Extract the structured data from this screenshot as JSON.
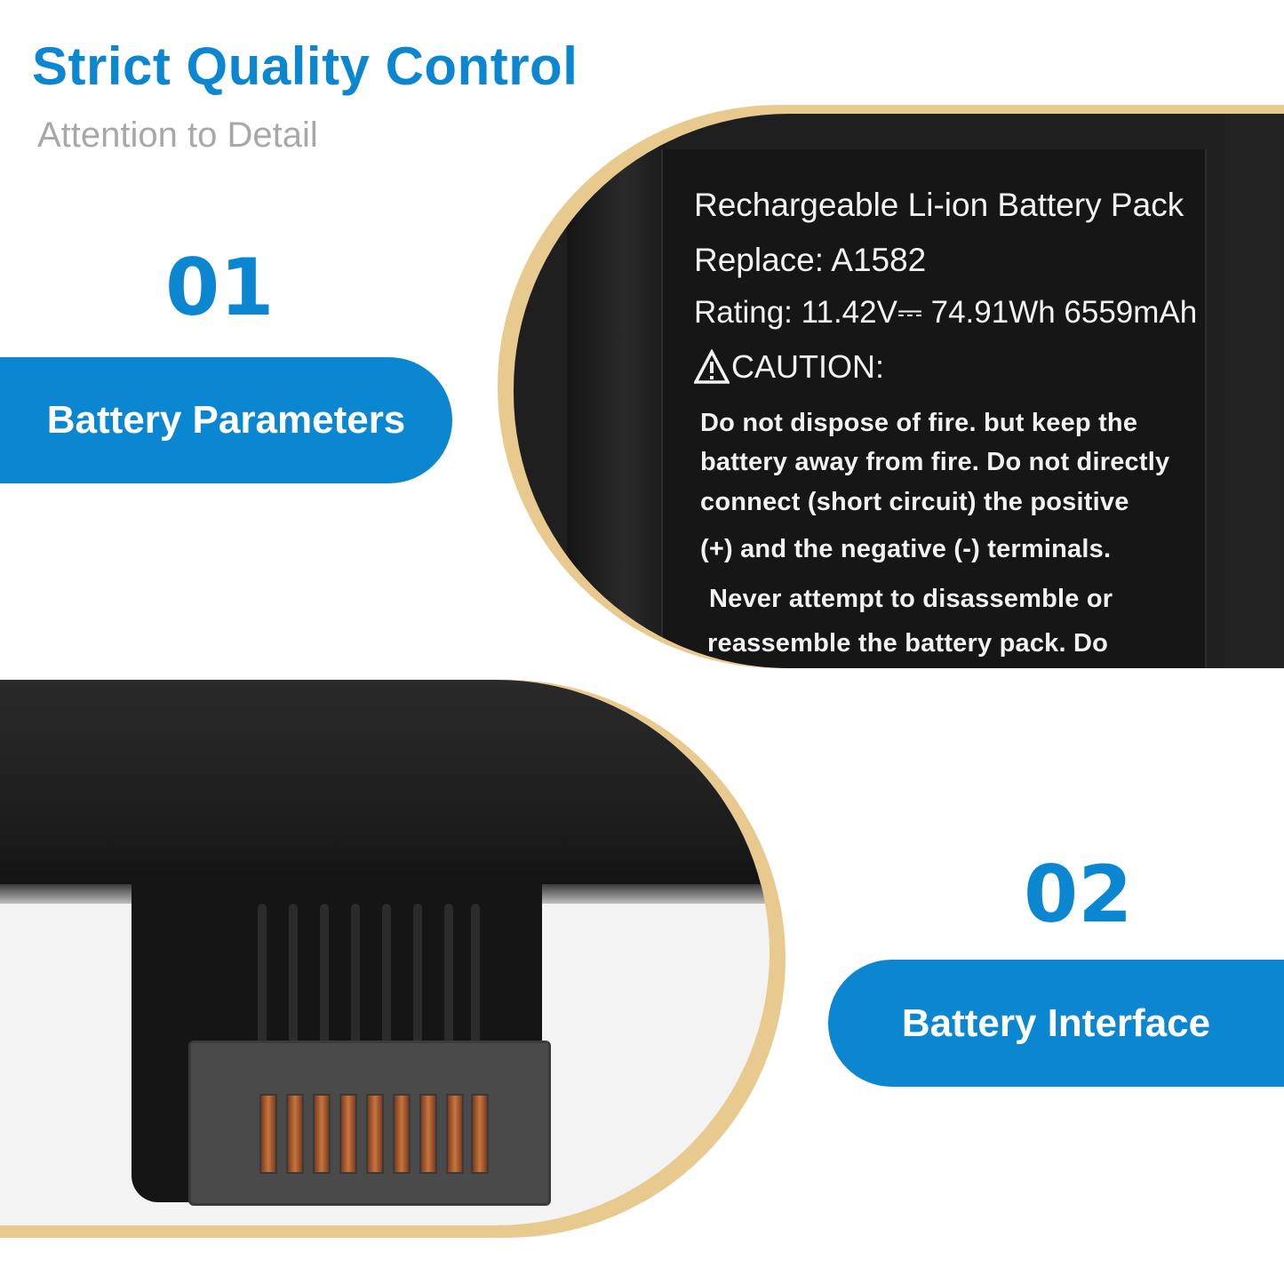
{
  "header": {
    "title": "Strict Quality Control",
    "subtitle": "Attention to Detail"
  },
  "section1": {
    "number": "01",
    "label": "Battery Parameters"
  },
  "section2": {
    "number": "02",
    "label": "Battery Interface"
  },
  "battery_label": {
    "title": "Rechargeable Li-ion Battery Pack",
    "replace": "Replace: A1582",
    "rating": "Rating: 11.42V⎓ 74.91Wh 6559mAh",
    "caution": "CAUTION:",
    "body": [
      "Do not dispose of fire. but keep the",
      "battery away from fire. Do not directly",
      "connect (short circuit) the positive",
      "(+) and the negative (-) terminals.",
      "Never attempt to  disassemble or",
      "reassemble the battery pack. Do"
    ]
  },
  "colors": {
    "accent_blue": "#0b86d1",
    "frame_gold": "#e8c98e",
    "subtitle_gray": "#a8a8a8"
  }
}
